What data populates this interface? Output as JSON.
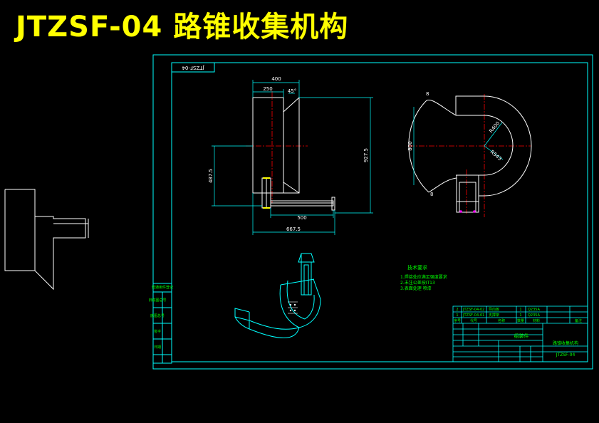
{
  "title": "JTZSF-04 路锥收集机构",
  "drawing_code": "JTZSF-04",
  "dimensions": {
    "top_width": "400",
    "inner_width": "250",
    "angle": "45°",
    "total_height": "927.5",
    "left_height": "487.5",
    "arm_length": "500",
    "bottom_width": "667.5",
    "radius_outer": "R400",
    "radius_inner": "R543",
    "arc_height": "800",
    "corner_top": "8",
    "corner_bottom": "8"
  },
  "notes": {
    "heading": "技术要求",
    "items": [
      "1.焊接处应满足强度要求",
      "2.未注公差按IT13",
      "3.表面处理 喷漆"
    ]
  },
  "title_block": {
    "assembly_label": "组装件",
    "part_name": "路锥收集机构",
    "code": "JTZSF-04",
    "bom": [
      {
        "no": "2",
        "code": "JTZSF-04-02",
        "name": "导向板",
        "qty": "1",
        "material": "Q235A"
      },
      {
        "no": "1",
        "code": "JTZSF-04-01",
        "name": "支撑架",
        "qty": "1",
        "material": "Q235A"
      }
    ],
    "headers": [
      "序号",
      "代号",
      "名称",
      "数量",
      "材料",
      "备注"
    ]
  },
  "side_block": [
    "借通用件登记",
    "旧底图总号",
    "底图总号",
    "签字",
    "日期"
  ]
}
